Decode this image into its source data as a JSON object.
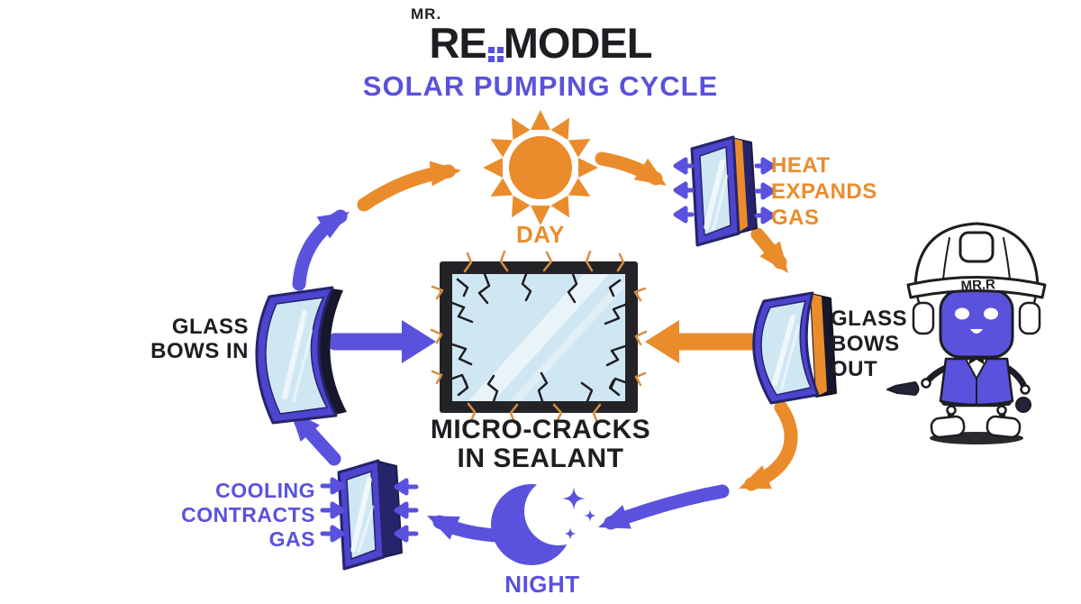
{
  "colors": {
    "purple": "#5a52dd",
    "purple-deep": "#26246b",
    "purple-frame": "#4d44cf",
    "orange": "#ea8c2c",
    "ink": "#1d1d22",
    "glass": "#cfe7f2",
    "crack": "#d78e3e",
    "frame-black": "#232327",
    "bg": "#ffffff"
  },
  "header": {
    "brand_prefix": "MR.",
    "brand_name_left": "RE",
    "brand_name_right": "MODEL",
    "title": "SOLAR PUMPING CYCLE"
  },
  "cycle": {
    "day": "DAY",
    "night": "NIGHT",
    "heat": [
      "HEAT",
      "EXPANDS",
      "GAS"
    ],
    "cooling": [
      "COOLING",
      "CONTRACTS",
      "GAS"
    ],
    "bows_in": [
      "GLASS",
      "BOWS IN"
    ],
    "bows_out": [
      "GLASS",
      "BOWS",
      "OUT"
    ],
    "center": [
      "MICRO-CRACKS",
      "IN SEALANT"
    ]
  },
  "mascot": {
    "helmet_label": "MR.R"
  }
}
